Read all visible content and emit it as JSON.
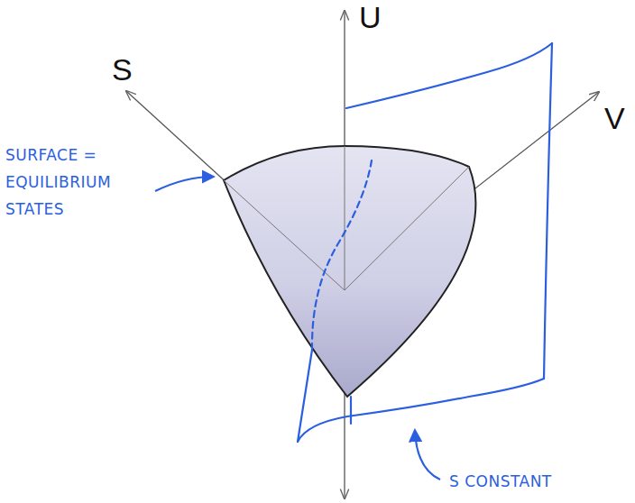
{
  "diagram": {
    "labels": [
      "U",
      "S",
      "V",
      "SURFACE = EQUILIBRIUM STATES",
      "S CONSTANT"
    ]
  }
}
